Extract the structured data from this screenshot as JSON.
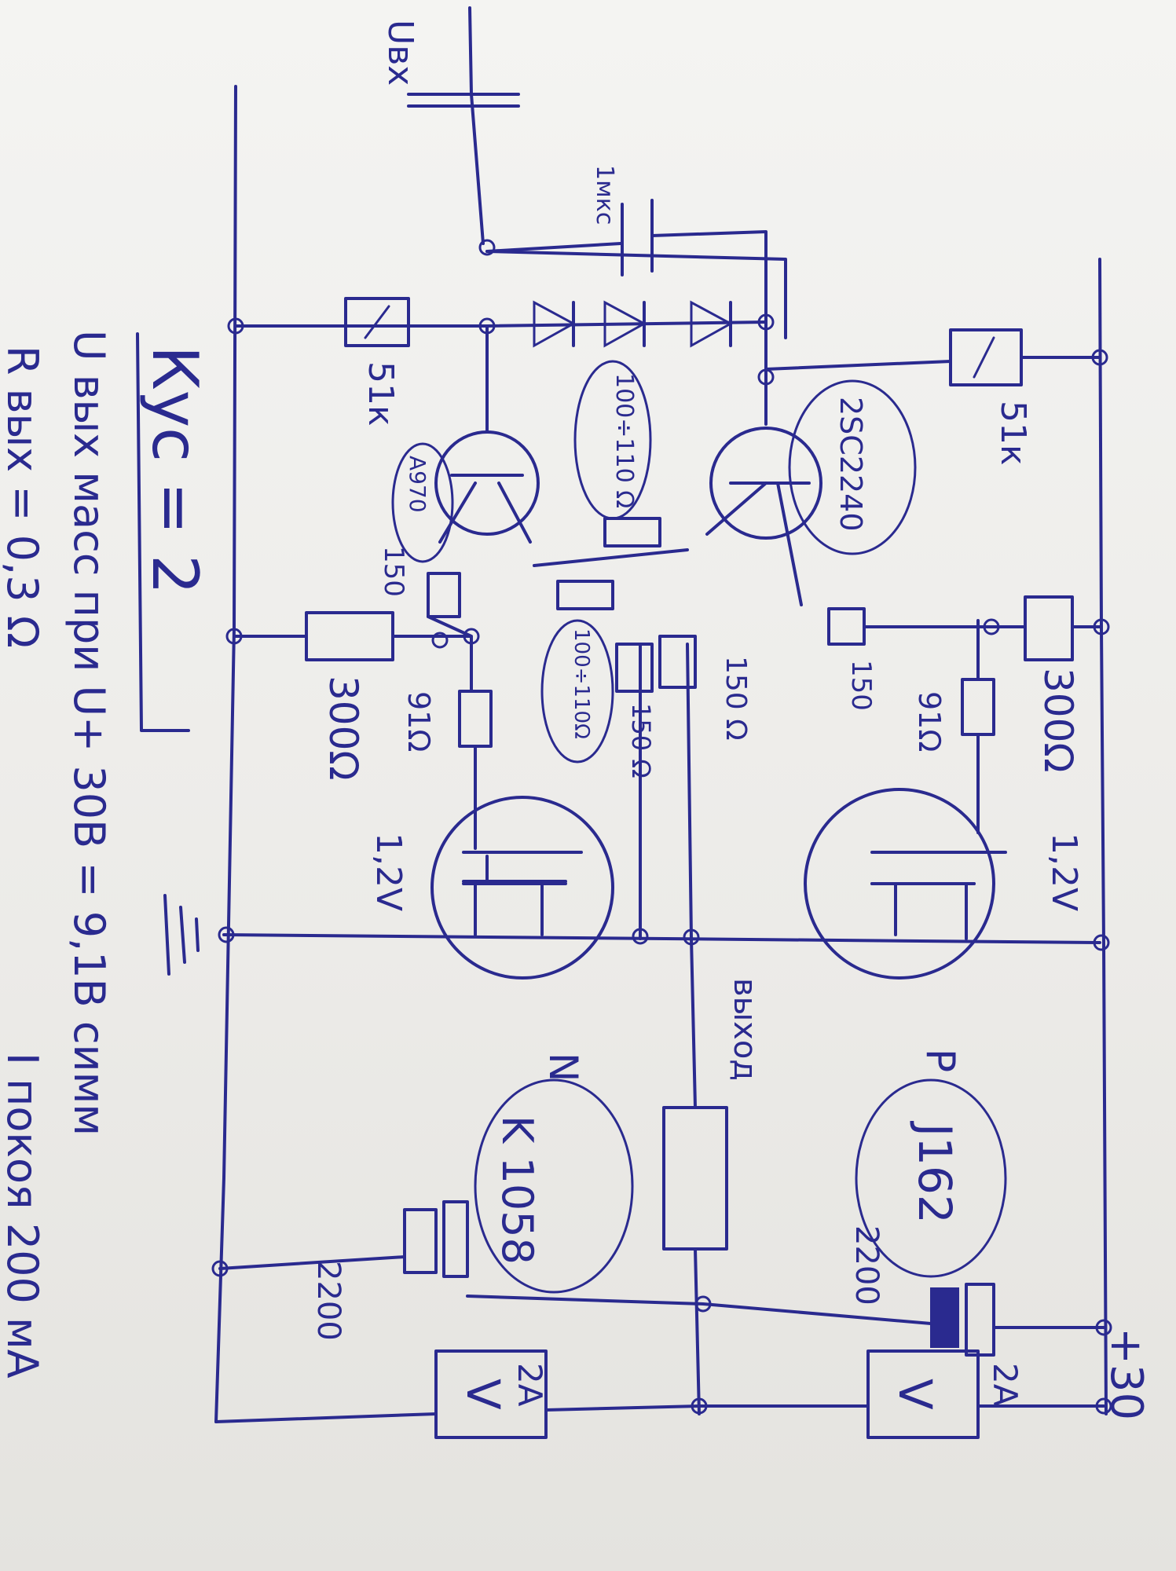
{
  "labels": {
    "input_cap": "Uвх",
    "cap_1uf": "1мкс",
    "r_51k_left": "51к",
    "r_51k_right": "51к",
    "q_pnp": "A970",
    "q_npn": "2SC2240",
    "diode_r_left": "100÷110 Ω",
    "r_100_110": "100÷110Ω",
    "r_150_a": "150",
    "r_150_b": "150",
    "r_150_c": "150 Ω",
    "r_150_d": "150 Ω",
    "r_91_left": "91Ω",
    "r_91_right": "91Ω",
    "r_300_left": "300Ω",
    "r_300_right": "300Ω",
    "v_left": "1,2V",
    "v_right": "1,2V",
    "n_label": "N",
    "p_label": "P",
    "q_k": "K 1058",
    "q_j": "J162",
    "cap_2200_left": "2200",
    "cap_2200_right": "2200",
    "v_box_left": "V",
    "v_box_right": "V",
    "fuse_left": "2A",
    "fuse_right": "2A",
    "supply": "+30",
    "speaker": "выход",
    "gain": "Кус = 2",
    "note_line1": "U вых масс при U+ 30В = 9,1В симм",
    "note_line2": "R вых = 0,3 Ω",
    "note_line3": "I покоя 200 мА"
  },
  "colors": {
    "ink": "#2a2a8f",
    "paper": "#f2f2f0"
  }
}
